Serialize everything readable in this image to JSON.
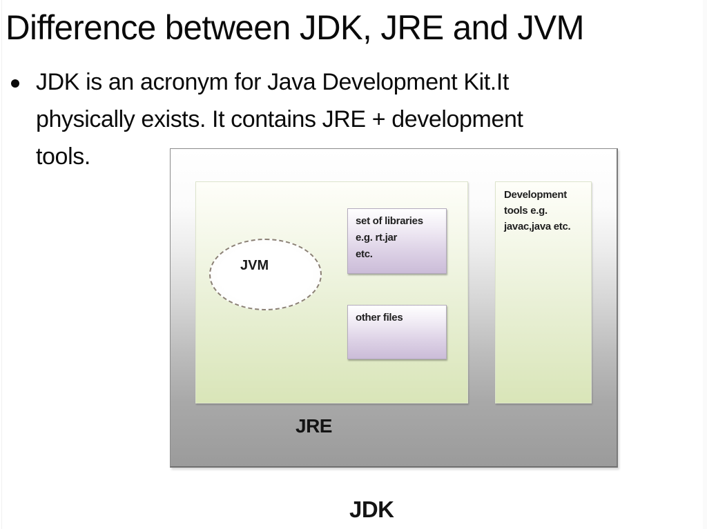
{
  "slide": {
    "title": "Difference between JDK, JRE and JVM",
    "bullets": [
      {
        "lines": [
          "JDK is an acronym for Java Development Kit.It",
          "physically exists. It contains JRE + development",
          "tools."
        ]
      }
    ]
  },
  "diagram": {
    "jdk_label": "JDK",
    "jre_label": "JRE",
    "jvm_label": "JVM",
    "libraries_box": [
      "set of libraries",
      "e.g. rt.jar",
      "etc."
    ],
    "other_files_box": [
      "other files"
    ],
    "dev_tools_box": [
      "Development",
      "tools e.g.",
      "javac,java etc."
    ],
    "colors": {
      "jdk_box_top": "#ffffff",
      "jdk_box_bottom": "#9b9b9b",
      "jre_box_bottom": "#d9e5b8",
      "library_box_bottom": "#cbbcd8",
      "jvm_dash": "#8a7f74"
    }
  }
}
